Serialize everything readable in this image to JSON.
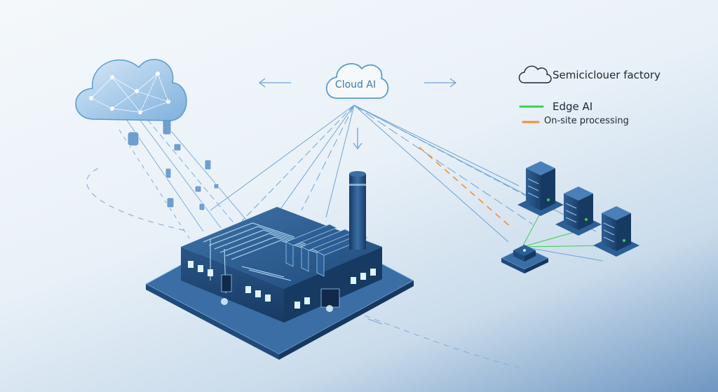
{
  "center": {
    "label": "Cloud AI"
  },
  "legend": {
    "title": "Semiciclouer factory",
    "edge_label": "Edge AI",
    "onsite_label": "On-site processing"
  },
  "colors": {
    "cloud_stroke": "#5b9ad0",
    "edge_line": "#3ccf4e",
    "onsite_line": "#f0902e",
    "factory_blue": "#2c5f95",
    "glow": "#bfe8ff"
  },
  "icons": [
    "cloud-icon",
    "factory-icon",
    "server-icon",
    "edge-device-icon",
    "arrow-left-icon",
    "arrow-right-icon",
    "arrow-down-icon"
  ]
}
